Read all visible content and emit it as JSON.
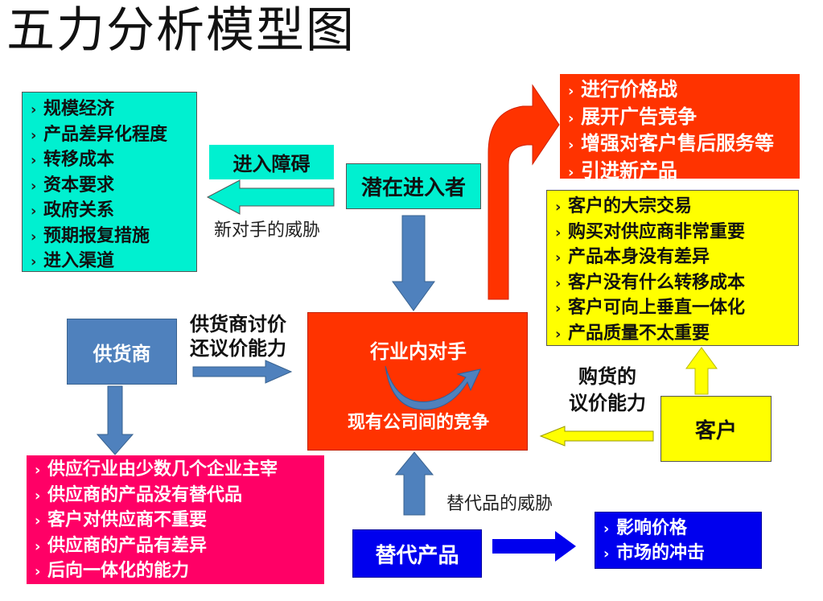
{
  "title": "五力分析模型图",
  "barriers": {
    "items": [
      "规模经济",
      "产品差异化程度",
      "转移成本",
      "资本要求",
      "政府关系",
      "预期报复措施",
      "进入渠道"
    ],
    "label": "进入障碍",
    "threat": "新对手的威胁"
  },
  "potential_entrants": "潜在进入者",
  "rival_actions": [
    "进行价格战",
    "展开广告竞争",
    "增强对客户售后服务等",
    "引进新产品"
  ],
  "customer_factors": [
    "客户的大宗交易",
    "购买对供应商非常重要",
    "产品本身没有差异",
    "客户没有什么转移成本",
    "客户可向上垂直一体化",
    "产品质量不太重要"
  ],
  "suppliers": {
    "label": "供货商",
    "power_line1": "供货商讨价",
    "power_line2": "还议价能力",
    "factors": [
      "供应行业由少数几个企业主宰",
      "供应商的产品没有替代品",
      "客户对供应商不重要",
      "供应商的产品有差异",
      "后向一体化的能力"
    ]
  },
  "industry": {
    "title": "行业内对手",
    "subtitle": "现有公司间的竞争"
  },
  "buyers": {
    "label": "客户",
    "power_line1": "购货的",
    "power_line2": "议价能力"
  },
  "substitutes": {
    "label": "替代产品",
    "threat": "替代品的威胁",
    "effects": [
      "影响价格",
      "市场的冲击"
    ]
  },
  "colors": {
    "cyan": "#00f0d0",
    "red": "#ff3300",
    "yellow": "#ffff00",
    "pink": "#ff0066",
    "blue": "#0000ee",
    "steel": "#4f81bd"
  }
}
